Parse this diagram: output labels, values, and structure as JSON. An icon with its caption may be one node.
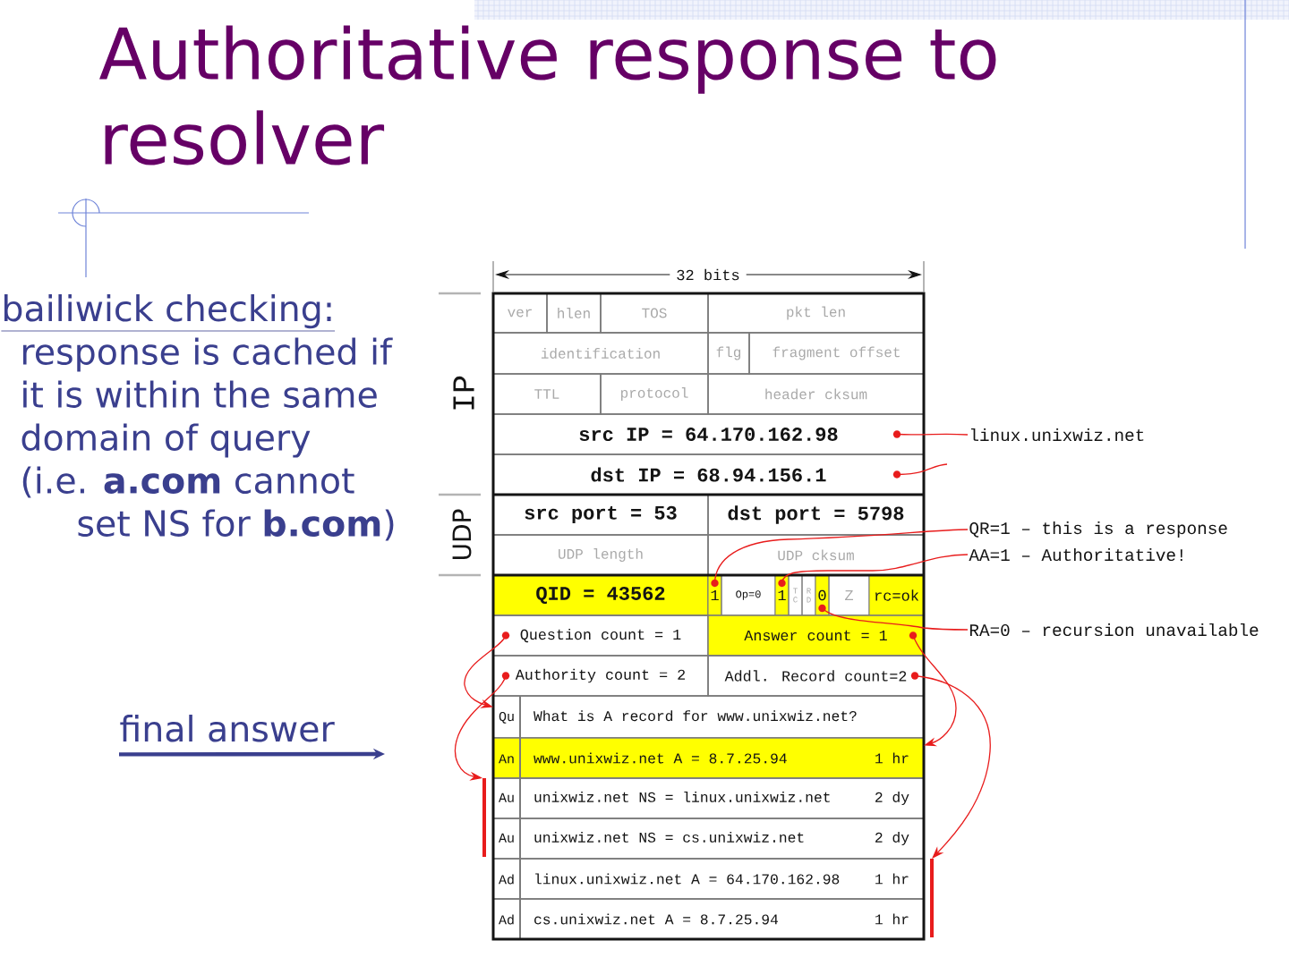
{
  "diagram": {
    "title": "Authoritative response to resolver",
    "nodes": [
      {
        "text": [
          "ver"
        ]
      },
      {
        "text": [
          "hlen"
        ]
      },
      {
        "text": [
          "TOS"
        ]
      },
      {
        "text": [
          "pkt len"
        ]
      },
      {
        "text": [
          "identification"
        ]
      },
      {
        "text": [
          "flg"
        ]
      },
      {
        "text": [
          "fragment offset"
        ]
      },
      {
        "text": [
          "TTL"
        ]
      },
      {
        "text": [
          "protocol"
        ]
      },
      {
        "text": [
          "header cksum"
        ]
      },
      {
        "text": [
          "src IP = 64.170.162.98"
        ]
      },
      {
        "text": [
          "dst IP = 68.94.156.1"
        ]
      },
      {
        "text": [
          "src port = 53"
        ]
      },
      {
        "text": [
          "dst port = 5798"
        ]
      },
      {
        "text": [
          "UDP length"
        ]
      },
      {
        "text": [
          "UDP cksum"
        ]
      },
      {
        "text": [
          "QID = 43562"
        ]
      },
      {
        "text": [
          "1"
        ]
      },
      {
        "text": [
          "Op=0"
        ]
      },
      {
        "text": [
          "1"
        ]
      },
      {
        "text": [
          "T C"
        ]
      },
      {
        "text": [
          "R D"
        ]
      },
      {
        "text": [
          "0"
        ]
      },
      {
        "text": [
          "Z"
        ]
      },
      {
        "text": [
          "rc=ok"
        ]
      },
      {
        "text": [
          "Question count = 1"
        ]
      },
      {
        "text": [
          "Answer count = 1"
        ]
      },
      {
        "text": [
          "Authority count = 2"
        ]
      },
      {
        "text": [
          "Addl. Record count=2"
        ]
      },
      {
        "text": [
          "Qu",
          "What is A record for www.unixwiz.net?"
        ]
      },
      {
        "text": [
          "An",
          "www.unixwiz.net A = 8.7.25.94",
          "1 hr"
        ]
      },
      {
        "text": [
          "Au",
          "unixwiz.net NS = linux.unixwiz.net",
          "2 dy"
        ]
      },
      {
        "text": [
          "Au",
          "unixwiz.net NS = cs.unixwiz.net",
          "2 dy"
        ]
      },
      {
        "text": [
          "Ad",
          "linux.unixwiz.net A = 64.170.162.98",
          "1 hr"
        ]
      },
      {
        "text": [
          "Ad",
          "cs.unixwiz.net A = 8.7.25.94",
          "1 hr"
        ]
      },
      {
        "text": [],
        "shape": "bar"
      },
      {
        "text": [],
        "shape": "bar"
      },
      {
        "text": [
          "linux.unixwiz.net"
        ]
      },
      {
        "text": [
          "QR=1 – this is a response"
        ]
      },
      {
        "text": [
          "AA=1 – Authoritative!"
        ]
      },
      {
        "text": [
          "RA=0 – recursion unavailable"
        ]
      },
      {
        "text": [
          "final answer"
        ]
      }
    ],
    "edges": [
      {
        "from": 10,
        "to": 37,
        "arrow": "other"
      },
      {
        "from": 11,
        "to": null,
        "arrow": "other"
      },
      {
        "from": 17,
        "to": 38,
        "arrow": "other"
      },
      {
        "from": 19,
        "to": 39,
        "arrow": "other"
      },
      {
        "from": 22,
        "to": 40,
        "arrow": "other"
      },
      {
        "from": 25,
        "to": 29,
        "arrow": "to"
      },
      {
        "from": 26,
        "to": 30,
        "arrow": "to"
      },
      {
        "from": 27,
        "to": 35,
        "arrow": "to"
      },
      {
        "from": 28,
        "to": 36,
        "arrow": "to"
      },
      {
        "from": 41,
        "to": null,
        "arrow": "to",
        "style": "thick",
        "color": "#3a3f8e"
      }
    ],
    "labels": [
      "32 bits",
      "bailiwick checking:",
      "response is cached if it is within the same domain of query",
      "IP",
      "(i.e. **a.com** cannot set NS for **b.com**)",
      "UDP"
    ]
  }
}
